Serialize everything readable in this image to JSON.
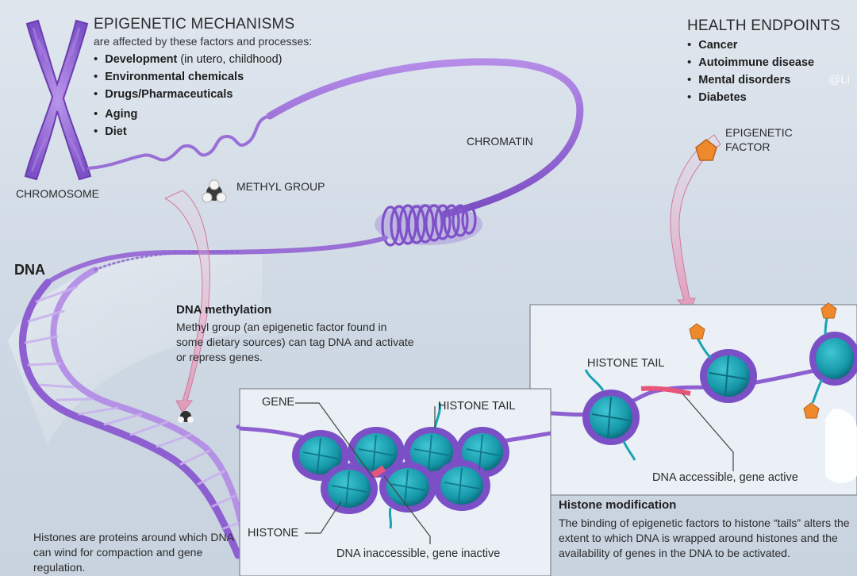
{
  "colors": {
    "chromatin": "#9a6fd6",
    "chromatin_dark": "#6f44b5",
    "histone": "#1aa3b3",
    "histone_dark": "#0d6f80",
    "histone_ring": "#7b4fc6",
    "gene_mark": "#e8557a",
    "epigenetic_factor": "#ef8a2c",
    "arrow_pink": "#e9a9c4"
  },
  "mechanisms": {
    "title": "EPIGENETIC MECHANISMS",
    "subtitle": "are affected by these factors and processes:",
    "items": [
      {
        "bold": "Development",
        "rest": " (in utero, childhood)"
      },
      {
        "bold": "Environmental chemicals",
        "rest": ""
      },
      {
        "bold": "Drugs/Pharmaceuticals",
        "rest": ""
      },
      {
        "bold": "Aging",
        "rest": ""
      },
      {
        "bold": "Diet",
        "rest": ""
      }
    ]
  },
  "health": {
    "title": "HEALTH ENDPOINTS",
    "items": [
      "Cancer",
      "Autoimmune disease",
      "Mental disorders",
      "Diabetes"
    ]
  },
  "labels": {
    "chromosome": "CHROMOSOME",
    "chromatin": "CHROMATIN",
    "methyl_group": "METHYL GROUP",
    "epigenetic_factor": "EPIGENETIC\nFACTOR",
    "dna": "DNA",
    "gene": "GENE",
    "histone_tail_left": "HISTONE TAIL",
    "histone_tail_right": "HISTONE TAIL",
    "histone": "HISTONE",
    "dna_inaccessible": "DNA inaccessible, gene inactive",
    "dna_accessible": "DNA accessible, gene active"
  },
  "methylation": {
    "title": "DNA methylation",
    "text": "Methyl group (an epigenetic factor found in some dietary sources) can tag DNA and activate or repress genes."
  },
  "histones_note": "Histones are proteins around which DNA can wind for compaction and gene regulation.",
  "modification": {
    "title": "Histone modification",
    "text": "The binding of epigenetic factors to histone “tails” alters the extent to which DNA is wrapped around histones and the availability of genes in the DNA to be activated."
  },
  "watermark": "@Li"
}
